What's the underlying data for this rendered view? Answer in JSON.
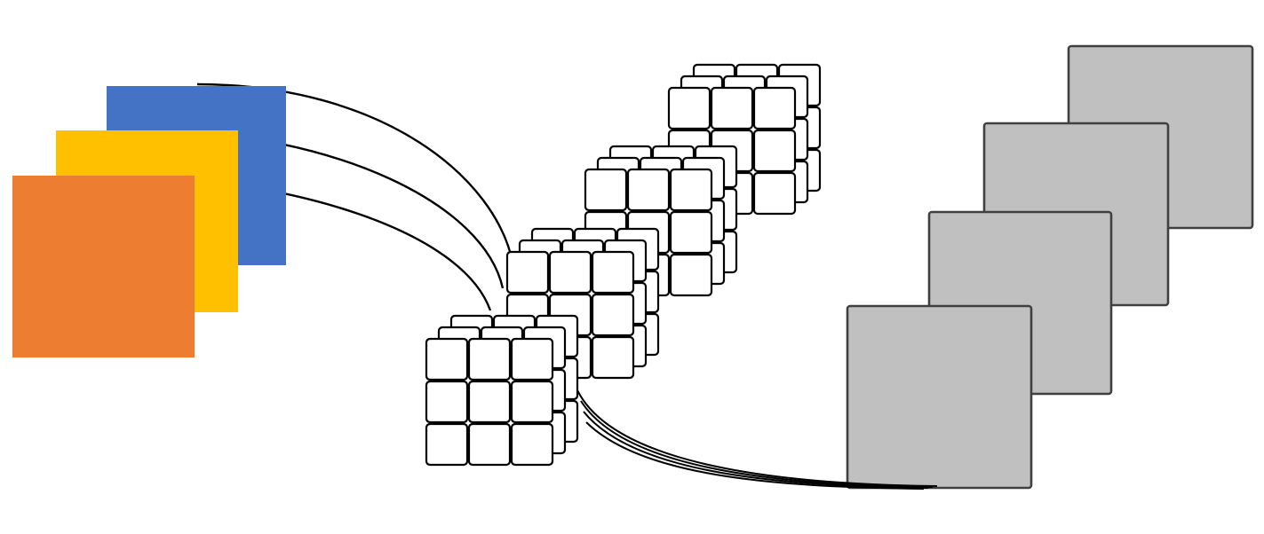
{
  "diagram": {
    "input_channels": [
      {
        "name": "blue",
        "color": "#4472C4"
      },
      {
        "name": "yellow",
        "color": "#FFC000"
      },
      {
        "name": "orange",
        "color": "#ED7D31"
      }
    ],
    "kernels": {
      "count": 4,
      "grid": "3x3",
      "depth_layers": 3,
      "fill": "#ffffff",
      "stroke": "#000000"
    },
    "output_maps": {
      "count": 4,
      "fill": "#C0C0C0",
      "stroke": "#404040"
    },
    "connection_color": "#000000"
  }
}
